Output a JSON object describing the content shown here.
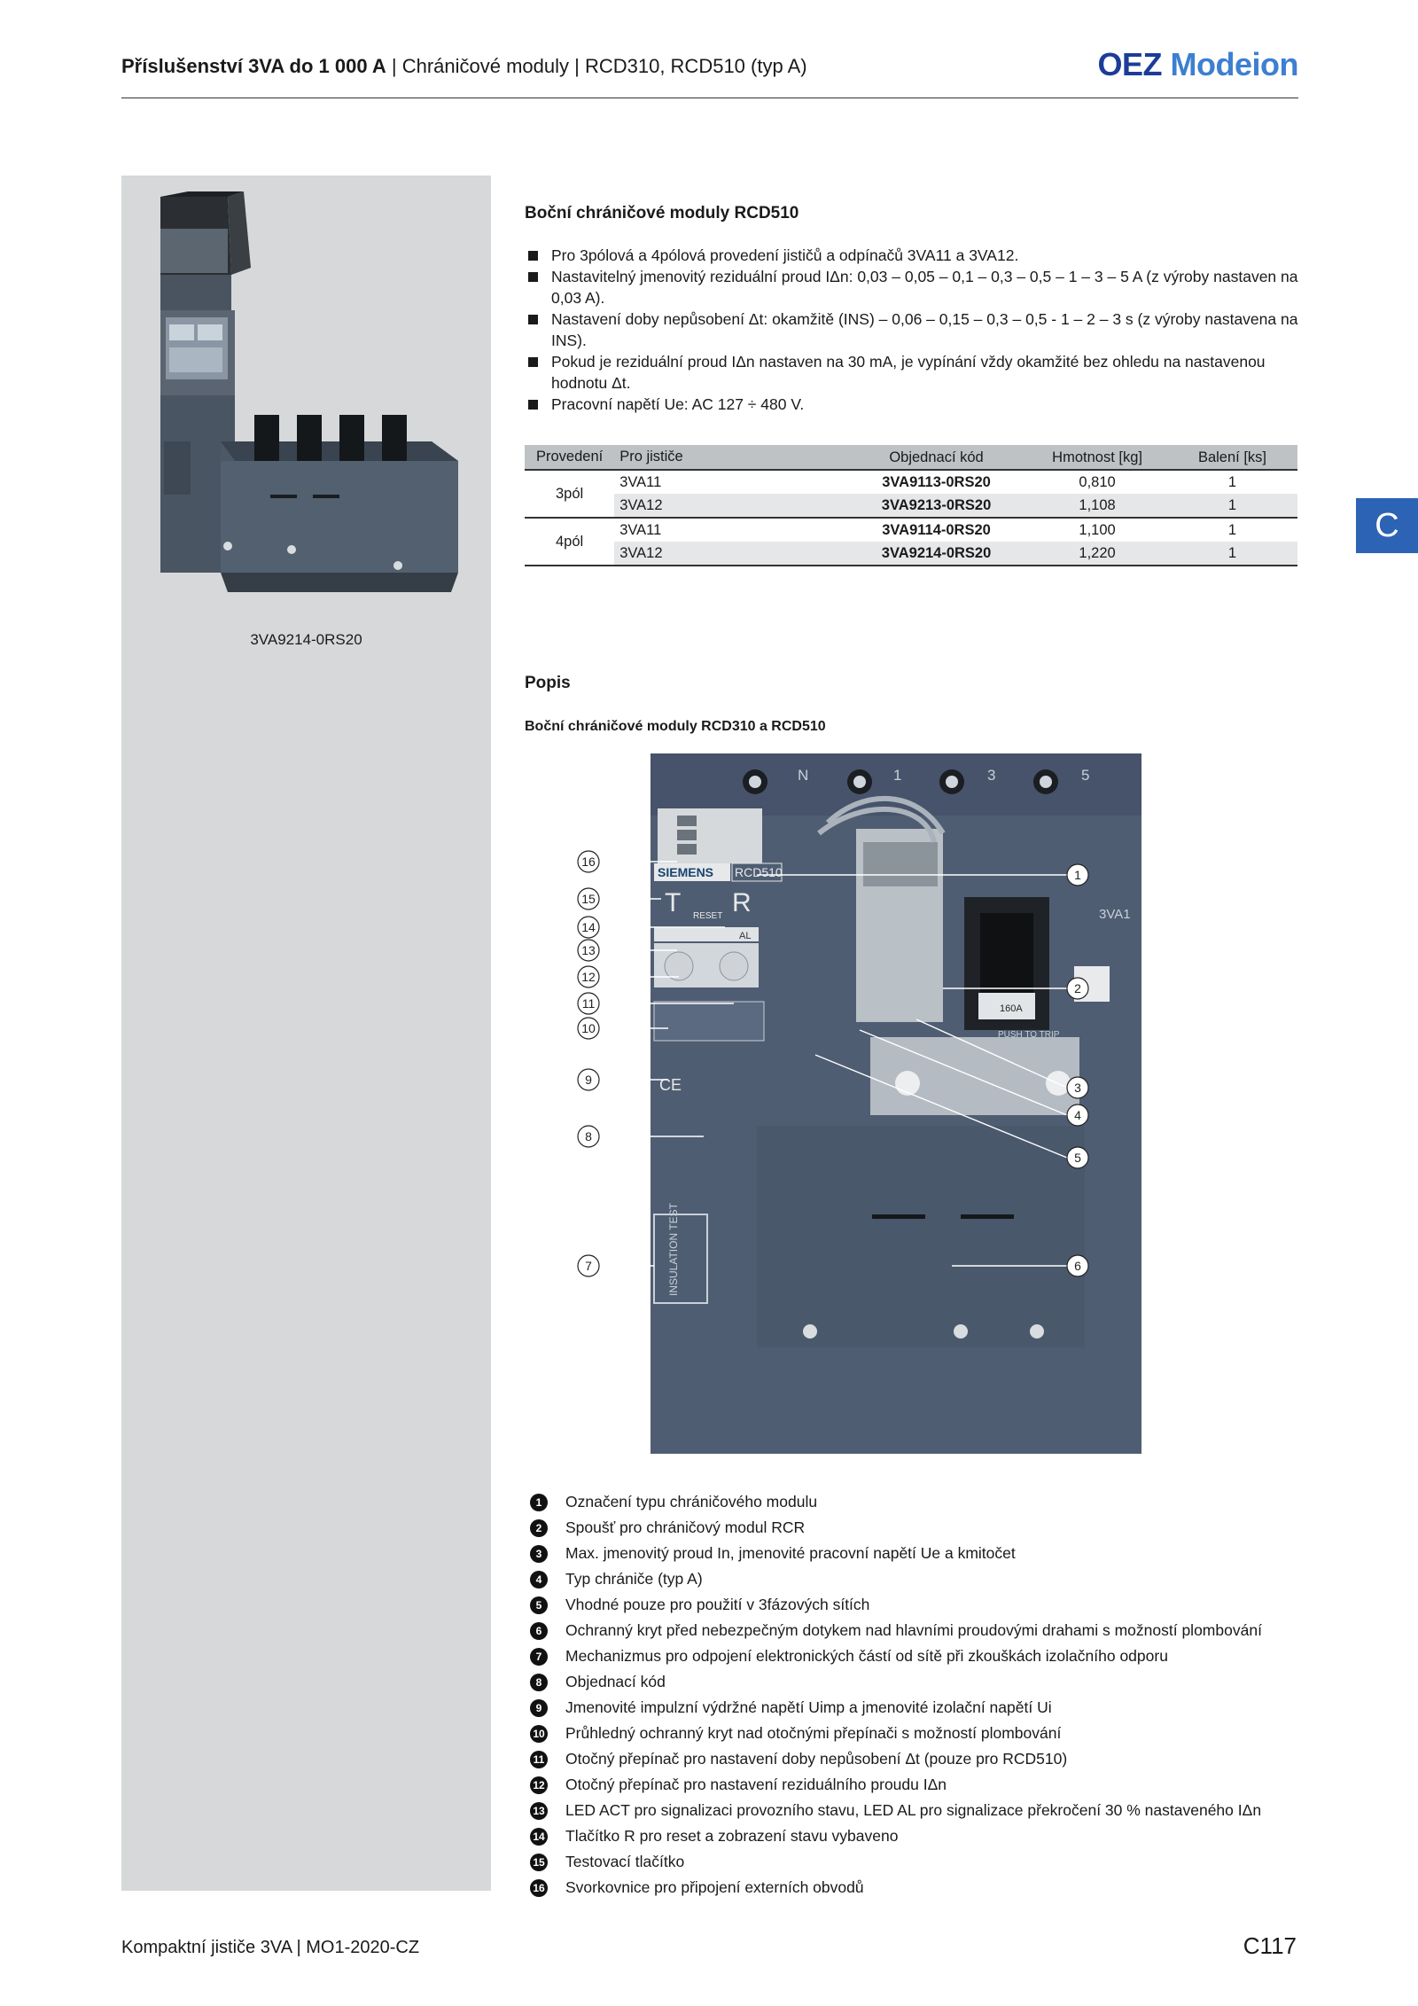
{
  "header": {
    "title_bold": "Příslušenství 3VA do 1 000 A",
    "title_rest": " | Chráničové moduly | RCD310, RCD510 (typ A)",
    "logo_oez": "OEZ",
    "logo_modeion": "Modeion"
  },
  "sidebar": {
    "caption": "3VA9214-0RS20"
  },
  "section1": {
    "heading": "Boční chráničové moduly RCD510",
    "bullets": [
      "Pro 3pólová a 4pólová provedení jističů a odpínačů 3VA11 a 3VA12.",
      "Nastavitelný jmenovitý reziduální proud IΔn: 0,03 – 0,05 – 0,1 – 0,3 – 0,5 – 1 – 3 – 5 A (z výroby nastaven na 0,03 A).",
      "Nastavení doby nepůsobení Δt: okamžitě (INS) – 0,06 – 0,15 – 0,3 – 0,5 - 1 – 2 – 3 s (z výroby nastavena na INS).",
      "Pokud je reziduální proud IΔn nastaven na 30 mA, je vypínání vždy okamžité bez ohledu na nastavenou hodnotu Δt.",
      "Pracovní napětí Ue: AC 127 ÷ 480 V."
    ]
  },
  "table": {
    "headers": [
      "Provedení",
      "Pro jističe",
      "Objednací kód",
      "Hmotnost [kg]",
      "Balení [ks]"
    ],
    "groups": [
      {
        "provedeni": "3pól",
        "rows": [
          {
            "jistic": "3VA11",
            "kod": "3VA9113-0RS20",
            "hmotnost": "0,810",
            "baleni": "1"
          },
          {
            "jistic": "3VA12",
            "kod": "3VA9213-0RS20",
            "hmotnost": "1,108",
            "baleni": "1"
          }
        ]
      },
      {
        "provedeni": "4pól",
        "rows": [
          {
            "jistic": "3VA11",
            "kod": "3VA9114-0RS20",
            "hmotnost": "1,100",
            "baleni": "1"
          },
          {
            "jistic": "3VA12",
            "kod": "3VA9214-0RS20",
            "hmotnost": "1,220",
            "baleni": "1"
          }
        ]
      }
    ]
  },
  "tab_letter": "C",
  "section2": {
    "heading": "Popis",
    "subheading": "Boční chráničové moduly RCD310 a RCD510"
  },
  "photo": {
    "terminals": [
      "N",
      "1",
      "3",
      "5"
    ],
    "siemens": "SIEMENS",
    "rcd": "RCD510",
    "va": "3VA1",
    "test": "T",
    "reset": "R",
    "reset_label": "RESET",
    "act_al": "AL",
    "rating": "160A",
    "push_trip": "PUSH TO TRIP",
    "insulation": "INSULATION TEST",
    "ce": "CE",
    "callouts": [
      "1",
      "2",
      "3",
      "4",
      "5",
      "6",
      "7",
      "8",
      "9",
      "10",
      "11",
      "12",
      "13",
      "14",
      "15",
      "16"
    ]
  },
  "legend": [
    {
      "n": "1",
      "text": "Označení typu chráničového modulu"
    },
    {
      "n": "2",
      "text": "Spoušť pro chráničový modul RCR"
    },
    {
      "n": "3",
      "text": "Max. jmenovitý proud In, jmenovité pracovní napětí Ue a kmitočet"
    },
    {
      "n": "4",
      "text": "Typ chrániče (typ A)"
    },
    {
      "n": "5",
      "text": "Vhodné pouze pro použití v 3fázových sítích"
    },
    {
      "n": "6",
      "text": "Ochranný kryt před nebezpečným dotykem nad hlavními proudovými drahami s možností plombování"
    },
    {
      "n": "7",
      "text": "Mechanizmus pro odpojení elektronických částí od sítě při zkouškách izolačního odporu"
    },
    {
      "n": "8",
      "text": "Objednací kód"
    },
    {
      "n": "9",
      "text": "Jmenovité impulzní výdržné napětí Uimp a jmenovité izolační napětí Ui"
    },
    {
      "n": "10",
      "text": "Průhledný ochranný kryt nad otočnými přepínači s možností plombování"
    },
    {
      "n": "11",
      "text": "Otočný přepínač pro nastavení doby nepůsobení Δt (pouze pro RCD510)"
    },
    {
      "n": "12",
      "text": "Otočný přepínač pro nastavení reziduálního proudu IΔn"
    },
    {
      "n": "13",
      "text": "LED ACT pro signalizaci provozního stavu, LED AL pro signalizace překročení 30 % nastaveného IΔn"
    },
    {
      "n": "14",
      "text": "Tlačítko R pro reset a zobrazení stavu vybaveno"
    },
    {
      "n": "15",
      "text": "Testovací tlačítko"
    },
    {
      "n": "16",
      "text": "Svorkovnice pro připojení externích obvodů"
    }
  ],
  "footer": {
    "left": "Kompaktní jističe 3VA | MO1-2020-CZ",
    "right": "C117"
  }
}
